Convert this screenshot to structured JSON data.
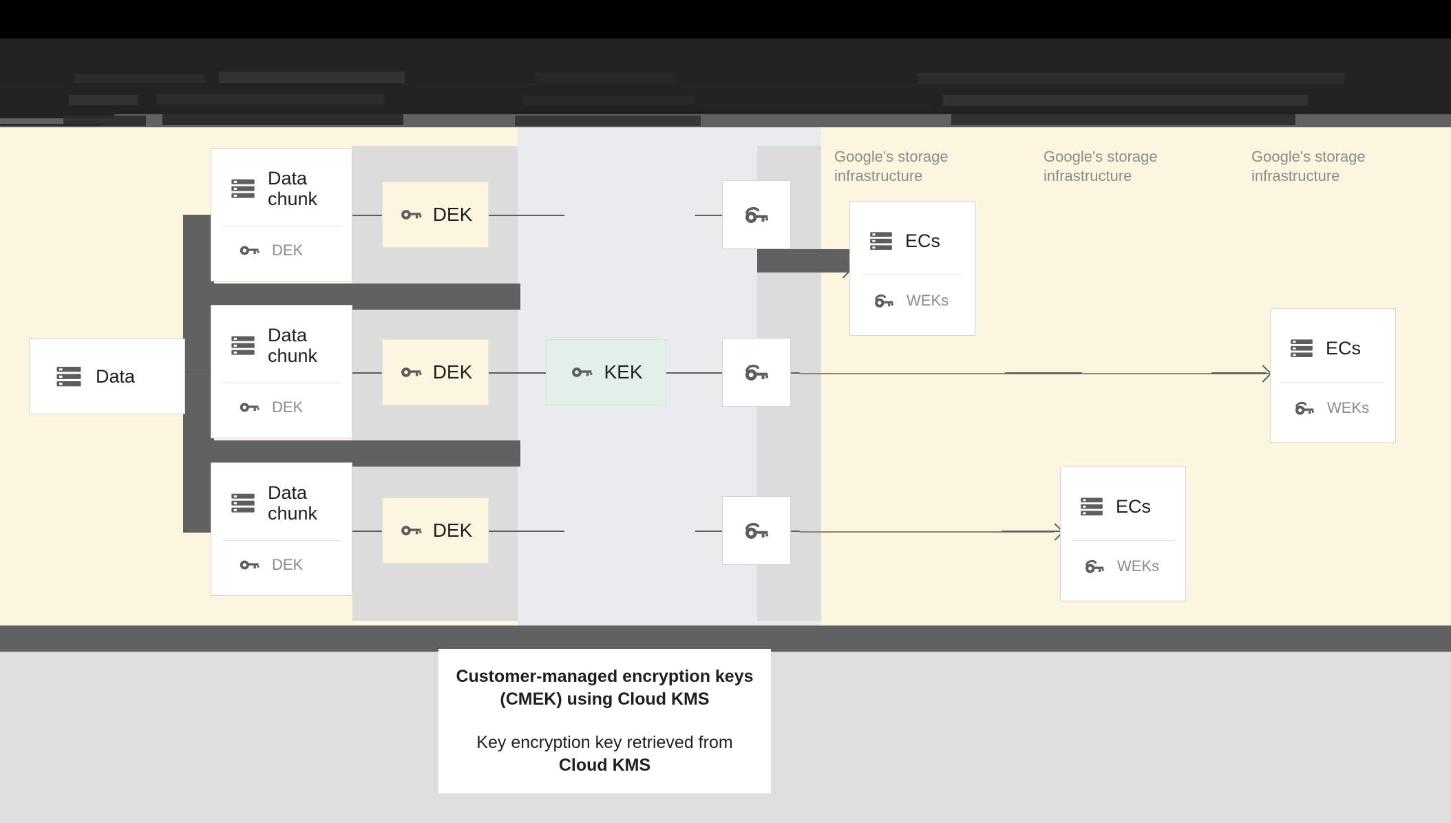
{
  "page": {
    "title": "Customer-managed encryption keys (CMEK) using Cloud KMS data flow diagram",
    "header_state": "redacted",
    "colors": {
      "band_black": "#000000",
      "band_dark": "#232323",
      "band_gray": "#616161",
      "diagram_cream": "#fcf5e0",
      "center_column": "#e8ecec",
      "lane_gray": "#dcdcdc",
      "footer_gray": "#dedede",
      "kek_green": "#e2f0e8",
      "card_white": "#ffffff",
      "icon_gray": "#5d5d5d",
      "muted_text": "#8b8b8b"
    }
  },
  "diagram": {
    "source": {
      "label": "Data",
      "icon": "database-icon"
    },
    "chunks": [
      {
        "title": "Data chunk",
        "key_label": "DEK",
        "icon": "database-icon",
        "key_icon": "key-icon"
      },
      {
        "title": "Data chunk",
        "key_label": "DEK",
        "icon": "database-icon",
        "key_icon": "key-icon"
      },
      {
        "title": "Data chunk",
        "key_label": "DEK",
        "icon": "database-icon",
        "key_icon": "key-icon"
      }
    ],
    "deks": [
      {
        "label": "DEK",
        "icon": "key-icon"
      },
      {
        "label": "DEK",
        "icon": "key-icon"
      },
      {
        "label": "DEK",
        "icon": "key-icon"
      }
    ],
    "kek": {
      "label": "KEK",
      "icon": "key-icon"
    },
    "wrapped_keys": [
      {
        "icon": "wrapped-key-icon"
      },
      {
        "icon": "wrapped-key-icon"
      },
      {
        "icon": "wrapped-key-icon"
      }
    ],
    "storage_columns": [
      {
        "title": "Google's storage\ninfrastructure"
      },
      {
        "title": "Google's storage\ninfrastructure"
      },
      {
        "title": "Google's storage\ninfrastructure"
      }
    ],
    "ec_cards": [
      {
        "title": "ECs",
        "key_label": "WEKs",
        "icon": "database-icon",
        "key_icon": "wrapped-key-icon"
      },
      {
        "title": "ECs",
        "key_label": "WEKs",
        "icon": "database-icon",
        "key_icon": "wrapped-key-icon"
      },
      {
        "title": "ECs",
        "key_label": "WEKs",
        "icon": "database-icon",
        "key_icon": "wrapped-key-icon"
      }
    ]
  },
  "caption": {
    "line1": "Customer-managed encryption keys",
    "line2": "(CMEK) using Cloud KMS",
    "line3": "Key encryption key retrieved from",
    "line4": "Cloud KMS"
  }
}
